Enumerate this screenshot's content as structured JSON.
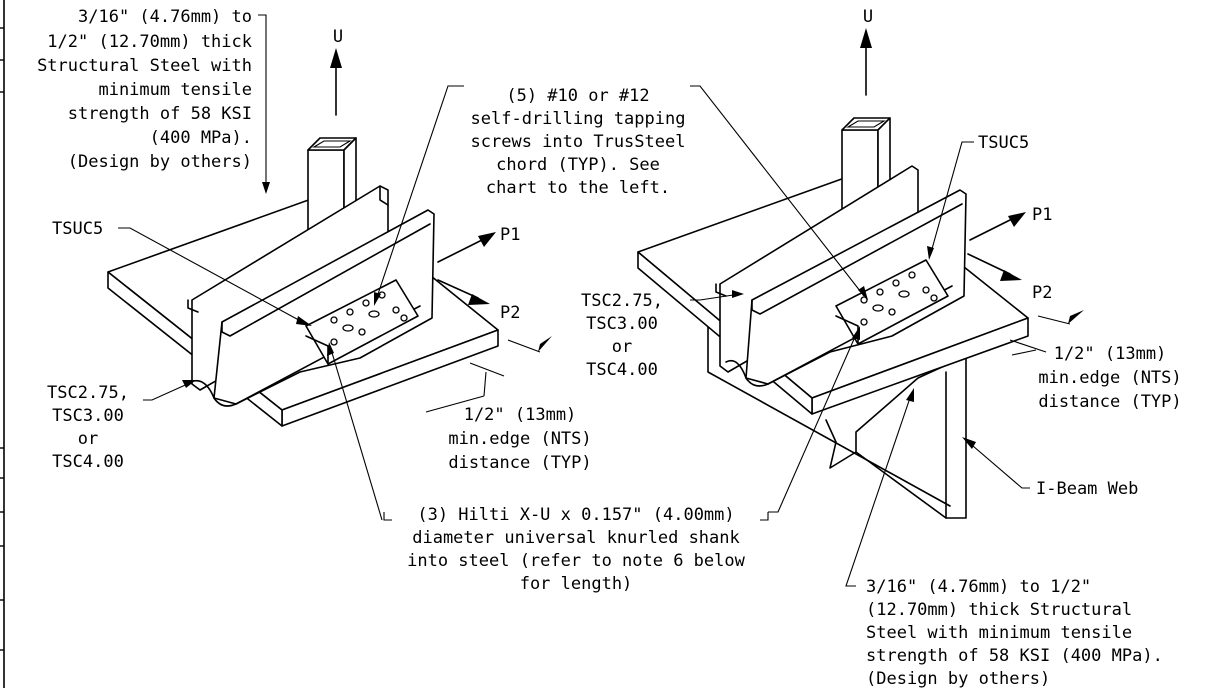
{
  "notes": {
    "steel_left": [
      "3/16\" (4.76mm) to",
      "1/2\" (12.70mm) thick",
      "Structural Steel with",
      "minimum tensile",
      "strength of 58 KSI",
      "(400 MPa).",
      "(Design by others)"
    ],
    "screws": [
      "(5) #10 or #12",
      "self-drilling tapping",
      "screws into TrusSteel",
      "chord (TYP). See",
      "chart to the left."
    ],
    "hilti": [
      "(3) Hilti X-U x 0.157\" (4.00mm)",
      "diameter universal knurled shank",
      "into steel (refer to note 6 below",
      "for length)"
    ],
    "edge_left": [
      "1/2\" (13mm)",
      "min.edge (NTS)",
      "distance (TYP)"
    ],
    "edge_right": [
      "1/2\" (13mm)",
      "min.edge (NTS)",
      "distance (TYP)"
    ],
    "steel_right": [
      "3/16\" (4.76mm) to 1/2\"",
      "(12.70mm) thick Structural",
      "Steel with minimum tensile",
      "strength of 58 KSI (400 MPa).",
      "(Design by others)"
    ],
    "chord_left": [
      "TSC2.75,",
      "TSC3.00",
      "or",
      "TSC4.00"
    ],
    "chord_right": [
      "TSC2.75,",
      "TSC3.00",
      "or",
      "TSC4.00"
    ]
  },
  "labels": {
    "u_left": "U",
    "u_right": "U",
    "tsuc_left": "TSUC5",
    "tsuc_right": "TSUC5",
    "p1_left": "P1",
    "p2_left": "P2",
    "p1_right": "P1",
    "p2_right": "P2",
    "ibeam_web": "I-Beam Web"
  }
}
